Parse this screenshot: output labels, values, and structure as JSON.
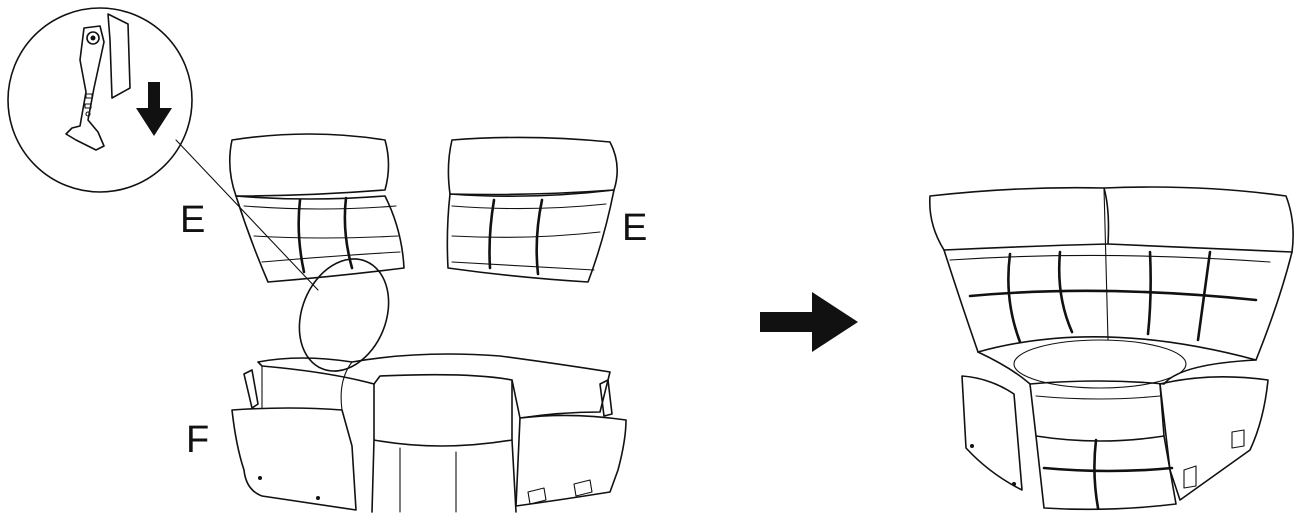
{
  "labels": {
    "left_back": "E",
    "right_back": "E",
    "base": "F"
  },
  "icons": {
    "detail_callout": "bracket-insert-detail-icon",
    "down_arrow": "arrow-down-icon",
    "result_arrow": "arrow-right-icon"
  },
  "colors": {
    "line": "#111111",
    "background": "#ffffff"
  }
}
